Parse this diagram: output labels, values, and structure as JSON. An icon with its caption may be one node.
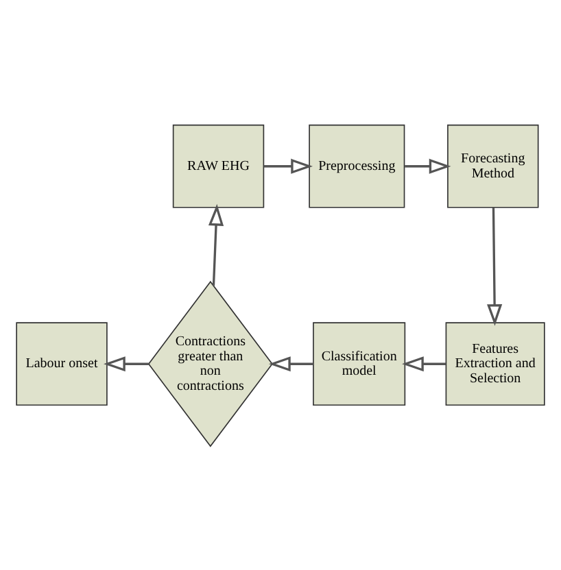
{
  "diagram": {
    "nodes": [
      {
        "text": [
          "RAW EHG"
        ]
      },
      {
        "text": [
          "Preprocessing"
        ]
      },
      {
        "text": [
          "Forecasting Method"
        ]
      },
      {
        "text": [
          "Features Extraction and Selection"
        ]
      },
      {
        "text": [
          "Classification model"
        ]
      },
      {
        "text": [
          "Contractions greater than non contractions"
        ]
      },
      {
        "text": [
          "Labour onset"
        ]
      }
    ],
    "edges": [
      {
        "from": 0,
        "to": 1,
        "arrow": "to"
      },
      {
        "from": 1,
        "to": 2,
        "arrow": "to"
      },
      {
        "from": 2,
        "to": 3,
        "arrow": "to"
      },
      {
        "from": 3,
        "to": 4,
        "arrow": "to"
      },
      {
        "from": 4,
        "to": 5,
        "arrow": "to"
      },
      {
        "from": 5,
        "to": 6,
        "arrow": "to"
      },
      {
        "from": 5,
        "to": 0,
        "arrow": "to"
      }
    ]
  }
}
